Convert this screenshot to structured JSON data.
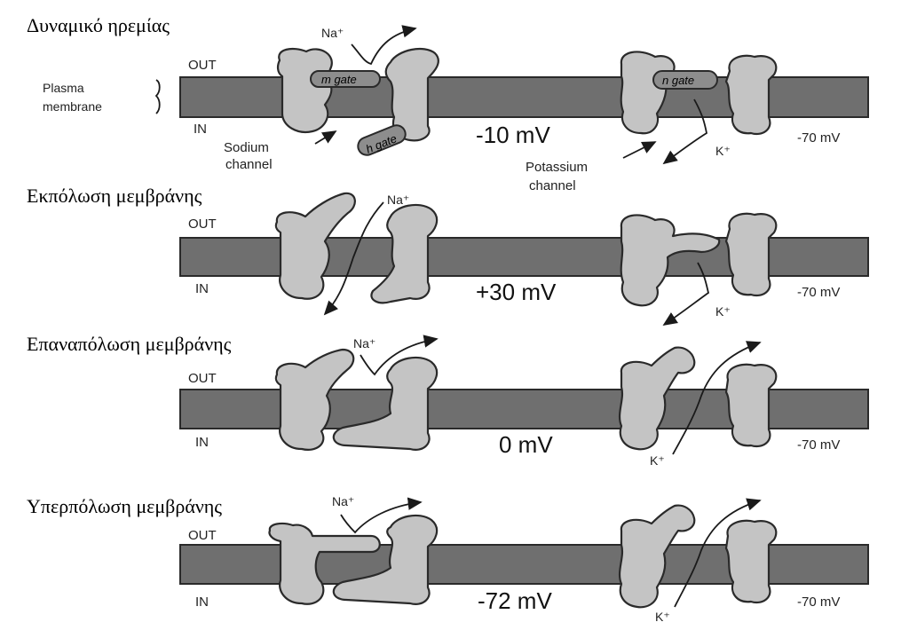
{
  "titles": {
    "resting": "Δυναμικό ηρεμίας",
    "depolarization": "Εκπόλωση μεμβράνης",
    "repolarization": "Επαναπόλωση μεμβράνης",
    "hyperpolarization": "Υπερπόλωση μεμβράνης"
  },
  "labels": {
    "out": "OUT",
    "in": "IN",
    "plasma": "Plasma",
    "membrane": "membrane",
    "sodium": "Sodium",
    "sodium_channel": "channel",
    "potassium": "Potassium",
    "potassium_channel": "channel",
    "m_gate": "m gate",
    "h_gate": "h gate",
    "n_gate": "n gate",
    "na": "Na⁺",
    "k": "K⁺"
  },
  "panels": [
    {
      "title_key": "resting",
      "voltage": "-10 mV",
      "right_voltage": "-70 mV"
    },
    {
      "title_key": "depolarization",
      "voltage": "+30 mV",
      "right_voltage": "-70 mV"
    },
    {
      "title_key": "repolarization",
      "voltage": "0 mV",
      "right_voltage": "-70 mV"
    },
    {
      "title_key": "hyperpolarization",
      "voltage": "-72 mV",
      "right_voltage": "-70 mV"
    }
  ]
}
